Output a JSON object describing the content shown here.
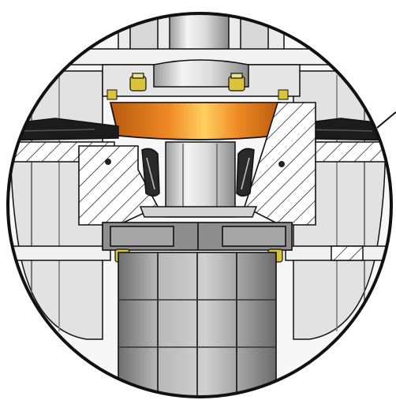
{
  "figure": {
    "kind": "mechanical-section-detail-view",
    "labels": []
  },
  "colors": {
    "background": "#ffffff",
    "outline": "#111111",
    "metal_light": "#f2f2f2",
    "metal_mid": "#d6d6d6",
    "metal_dark": "#8e8e8e",
    "flange_orange": "#e8801e",
    "flange_highlight": "#ffd060",
    "bolt_yellow": "#d9c43a",
    "seal_black": "#1a1a1a",
    "hatch_fill": "#ffffff"
  },
  "components": [
    "detail-circle-frame",
    "leader-line",
    "top-shaft",
    "upper-plate",
    "orange-flange",
    "bolt-head-left-upper",
    "bolt-head-right-upper",
    "bolt-head-left-lower",
    "bolt-head-right-lower",
    "seal-ring-left",
    "seal-ring-right",
    "hatched-housing-left",
    "hatched-housing-right",
    "dark-cone-seal-left",
    "dark-cone-seal-right",
    "central-spindle",
    "lower-base-block",
    "lower-column"
  ]
}
